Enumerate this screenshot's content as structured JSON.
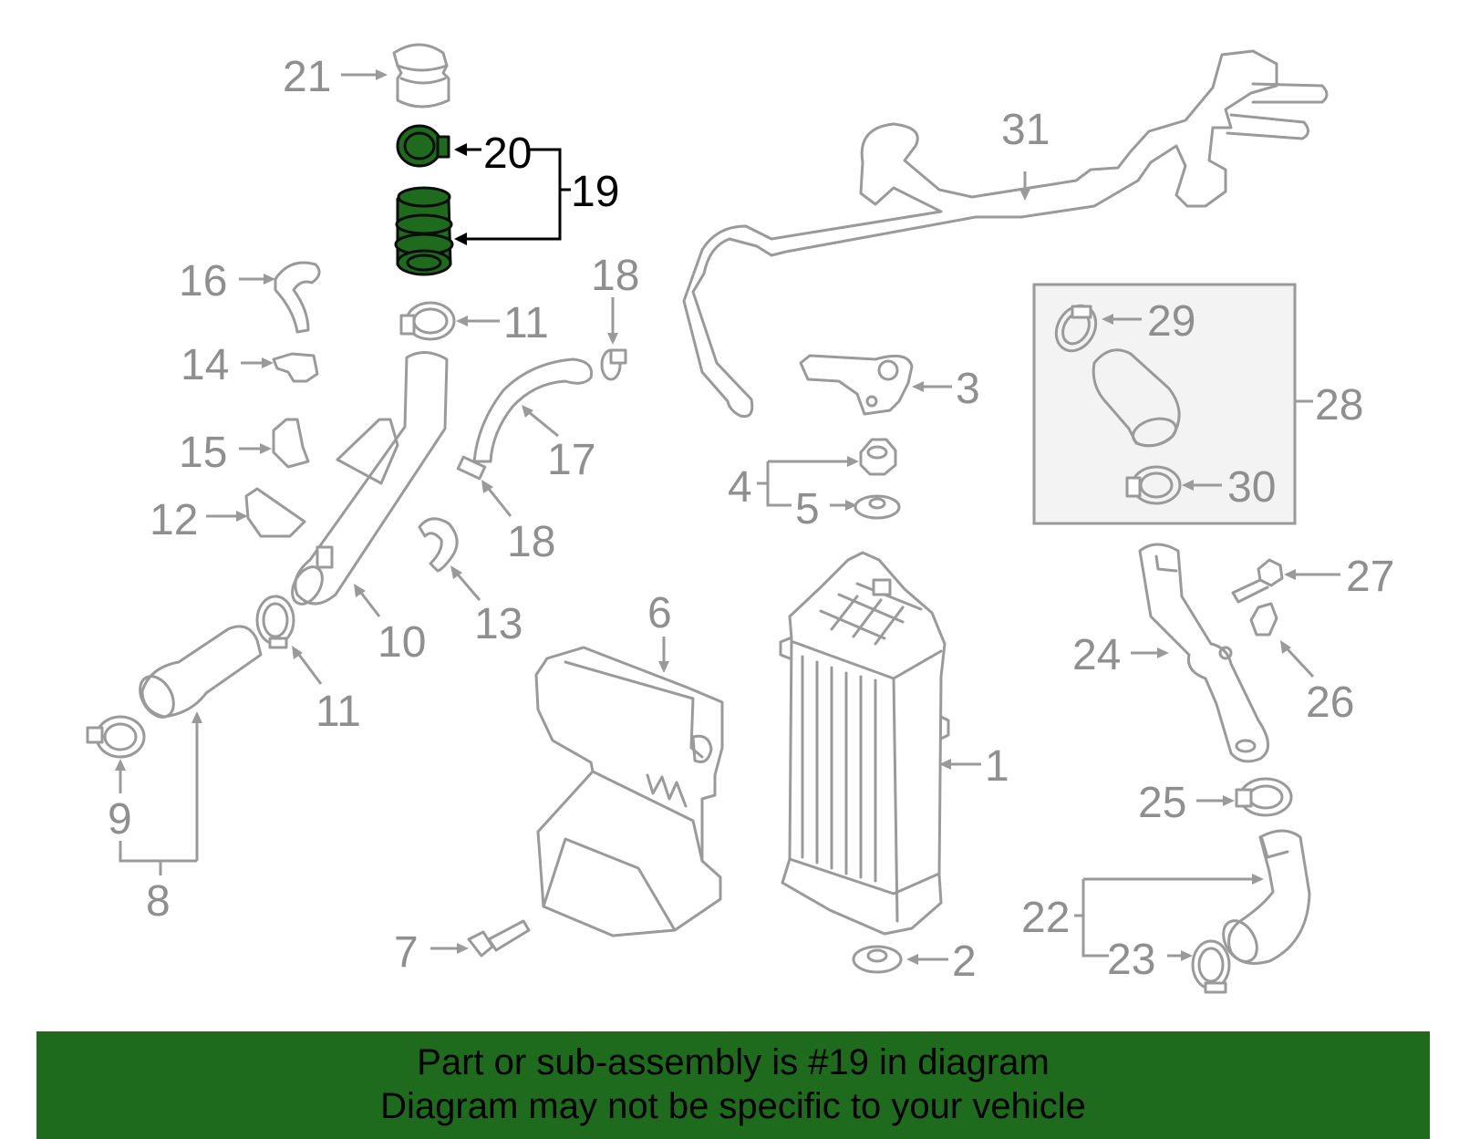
{
  "banner": {
    "line1": "Part or sub-assembly is #19 in diagram",
    "line2": "Diagram may not be specific to your vehicle"
  },
  "highlight": {
    "part_number": "19",
    "color": "#1e6b1e"
  },
  "callouts": {
    "c1": "1",
    "c2": "2",
    "c3": "3",
    "c4": "4",
    "c5": "5",
    "c6": "6",
    "c7": "7",
    "c8": "8",
    "c9": "9",
    "c10": "10",
    "c11a": "11",
    "c11b": "11",
    "c12": "12",
    "c13": "13",
    "c14": "14",
    "c15": "15",
    "c16": "16",
    "c17": "17",
    "c18a": "18",
    "c18b": "18",
    "c19": "19",
    "c20": "20",
    "c21": "21",
    "c22": "22",
    "c23": "23",
    "c24": "24",
    "c25": "25",
    "c26": "26",
    "c27": "27",
    "c28": "28",
    "c29": "29",
    "c30": "30",
    "c31": "31"
  }
}
